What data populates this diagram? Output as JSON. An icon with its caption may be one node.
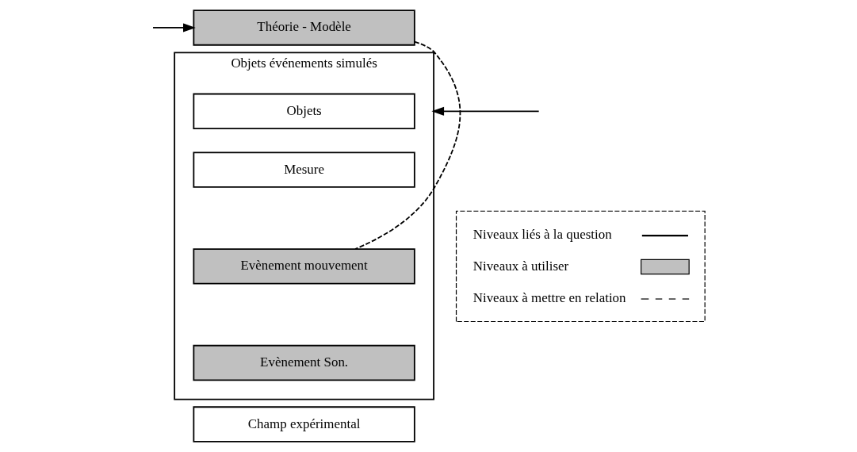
{
  "diagram": {
    "nodes": [
      {
        "text": [
          "Théorie - Modèle"
        ]
      },
      {
        "text": [
          "Objets événements simulés"
        ]
      },
      {
        "text": [
          "Objets"
        ],
        "in": 1
      },
      {
        "text": [
          "Mesure"
        ],
        "in": 1
      },
      {
        "text": [
          "Evènement mouvement"
        ],
        "in": 1
      },
      {
        "text": [
          "Evènement Son."
        ],
        "in": 1
      },
      {
        "text": [
          "Champ expérimental"
        ]
      }
    ],
    "edges": [
      {
        "from": null,
        "to": 0,
        "arrow": "to"
      },
      {
        "from": null,
        "to": 1,
        "arrow": "to"
      },
      {
        "from": 0,
        "to": 4,
        "arrow": "none",
        "style": "dashed"
      }
    ],
    "legend": [
      {
        "text": "Niveaux liés à la question"
      },
      {
        "text": "Niveaux à utiliser",
        "color": "#c0c0c0"
      },
      {
        "text": "Niveaux à mettre en relation"
      }
    ]
  }
}
